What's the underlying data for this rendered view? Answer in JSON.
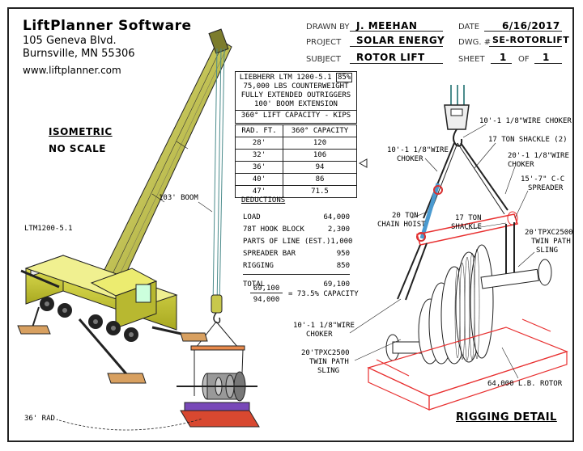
{
  "company": {
    "name": "LiftPlanner Software",
    "address_line1": "105 Geneva Blvd.",
    "address_line2": "Burnsville, MN 55306",
    "website": "www.liftplanner.com"
  },
  "title_block": {
    "drawn_by_label": "DRAWN BY",
    "drawn_by_value": "J. MEEHAN",
    "date_label": "DATE",
    "date_value": "6/16/2017",
    "project_label": "PROJECT",
    "project_value": "SOLAR ENERGY",
    "dwg_label": "DWG. #",
    "dwg_value": "SE-ROTORLIFT",
    "subject_label": "SUBJECT",
    "subject_value": "ROTOR LIFT",
    "sheet_label": "SHEET",
    "sheet_value": "1",
    "of_label": "OF",
    "of_value": "1"
  },
  "view_labels": {
    "isometric": "ISOMETRIC",
    "no_scale": "NO SCALE",
    "rigging_detail": "RIGGING DETAIL"
  },
  "crane_notes": {
    "boom": "103' BOOM",
    "model": "LTM1200-5.1",
    "radius": "36' RAD."
  },
  "config_box": {
    "line1": "LIEBHERR LTM 1200-5.1",
    "percent": "85%",
    "line2": "75,000 LBS COUNTERWEIGHT",
    "line3": "FULLY EXTENDED OUTRIGGERS",
    "line4": "100' BOOM EXTENSION"
  },
  "capacity_table": {
    "title": "360° LIFT CAPACITY - KIPS",
    "col1": "RAD. FT.",
    "col2": "360° CAPACITY",
    "rows": [
      {
        "rad": "28'",
        "cap": "120"
      },
      {
        "rad": "32'",
        "cap": "106"
      },
      {
        "rad": "36'",
        "cap": "94"
      },
      {
        "rad": "40'",
        "cap": "86"
      },
      {
        "rad": "47'",
        "cap": "71.5"
      }
    ]
  },
  "deductions": {
    "title": "DEDUCTIONS",
    "items": [
      {
        "label": "LOAD",
        "value": "64,000"
      },
      {
        "label": "78T HOOK BLOCK",
        "value": "2,300"
      },
      {
        "label": "PARTS OF LINE (EST.)",
        "value": "1,000"
      },
      {
        "label": "SPREADER BAR",
        "value": "950"
      },
      {
        "label": "RIGGING",
        "value": "850"
      }
    ],
    "total_label": "TOTAL",
    "total_value": "69,100",
    "frac_num": "69,100",
    "frac_den": "94,000",
    "result": "= 73.5% CAPACITY"
  },
  "rigging_notes": {
    "wire_choker_top": "10'-1 1/8\"WIRE CHOKER",
    "shackle_top": "17 TON SHACKLE (2)",
    "wire_choker_left_1": "10'-1 1/8\"WIRE",
    "wire_choker_left_2": "CHOKER",
    "wire_choker_right_1": "20'-1 1/8\"WIRE",
    "wire_choker_right_2": "CHOKER",
    "spreader_1": "15'-7\" C-C",
    "spreader_2": "SPREADER",
    "hoist_1": "20 TON",
    "hoist_2": "CHAIN HOIST",
    "shackle_mid_1": "17 TON",
    "shackle_mid_2": "SHACKLE",
    "sling_right_1": "20'TPXC2500",
    "sling_right_2": "TWIN PATH",
    "sling_right_3": "SLING",
    "choker_bottom_1": "10'-1 1/8\"WIRE",
    "choker_bottom_2": "CHOKER",
    "sling_left_1": "20'TPXC2500",
    "sling_left_2": "TWIN PATH",
    "sling_left_3": "SLING",
    "rotor": "64,000 L.B. ROTOR"
  }
}
